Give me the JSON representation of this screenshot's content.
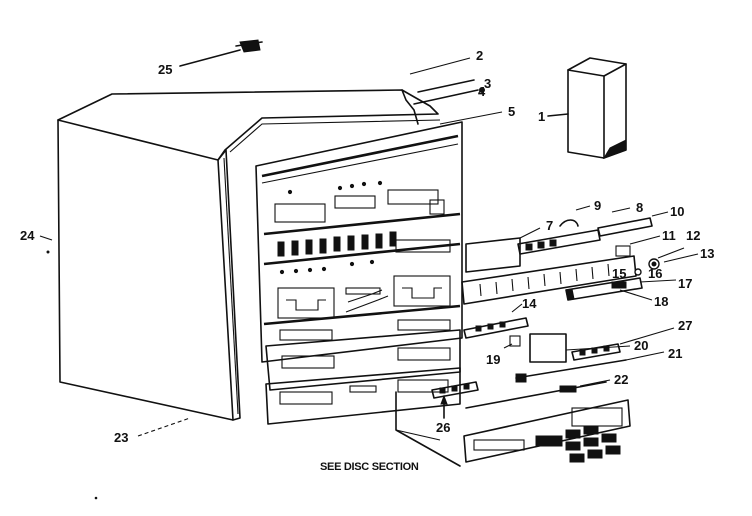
{
  "callouts": [
    {
      "id": "c1",
      "text": "1"
    },
    {
      "id": "c2",
      "text": "2"
    },
    {
      "id": "c3",
      "text": "3"
    },
    {
      "id": "c4",
      "text": "4"
    },
    {
      "id": "c5",
      "text": "5"
    },
    {
      "id": "c7",
      "text": "7"
    },
    {
      "id": "c8",
      "text": "8"
    },
    {
      "id": "c9",
      "text": "9"
    },
    {
      "id": "c10",
      "text": "10"
    },
    {
      "id": "c11",
      "text": "11"
    },
    {
      "id": "c12",
      "text": "12"
    },
    {
      "id": "c13",
      "text": "13"
    },
    {
      "id": "c14",
      "text": "14"
    },
    {
      "id": "c15",
      "text": "15"
    },
    {
      "id": "c16",
      "text": "16"
    },
    {
      "id": "c17",
      "text": "17"
    },
    {
      "id": "c18",
      "text": "18"
    },
    {
      "id": "c19",
      "text": "19"
    },
    {
      "id": "c20",
      "text": "20"
    },
    {
      "id": "c21",
      "text": "21"
    },
    {
      "id": "c22",
      "text": "22"
    },
    {
      "id": "c23",
      "text": "23"
    },
    {
      "id": "c24",
      "text": "24"
    },
    {
      "id": "c25",
      "text": "25"
    },
    {
      "id": "c26",
      "text": "26"
    },
    {
      "id": "c27",
      "text": "27"
    }
  ],
  "caption": "SEE DISC SECTION"
}
